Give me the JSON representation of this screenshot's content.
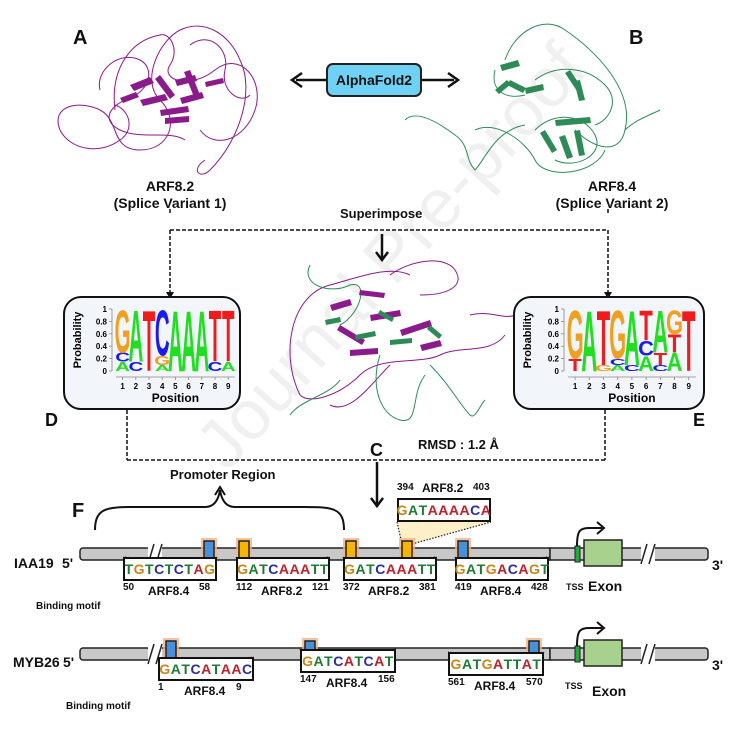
{
  "panels": {
    "A": {
      "letter": "A",
      "name": "ARF8.2",
      "subtitle": "(Splice Variant 1)",
      "color": "#8b1a8b"
    },
    "B": {
      "letter": "B",
      "name": "ARF8.4",
      "subtitle": "(Splice Variant 2)",
      "color": "#2e8b57"
    },
    "C": {
      "letter": "C",
      "superimpose_label": "Superimpose",
      "rmsd_label": "RMSD : 1.2 Å"
    },
    "D": {
      "letter": "D"
    },
    "E": {
      "letter": "E"
    },
    "F": {
      "letter": "F",
      "promoter_label": "Promoter Region"
    }
  },
  "alphafold": {
    "label": "AlphaFold2",
    "color": "#6fd1f3"
  },
  "logo_axes": {
    "ylabel": "Probability",
    "xlabel": "Position",
    "yticks": [
      "1",
      "0.8",
      "0.6",
      "0.4",
      "0.2",
      "0"
    ],
    "xticks": [
      "1",
      "2",
      "3",
      "4",
      "5",
      "6",
      "7",
      "8",
      "9"
    ]
  },
  "base_colors": {
    "A": "#22dd22",
    "C": "#1a1aee",
    "G": "#f0a020",
    "T": "#ee1c1c"
  },
  "chart_data": [
    {
      "type": "sequence-logo",
      "title": "ARF8.2 binding motif (D)",
      "xlabel": "Position",
      "ylabel": "Probability",
      "ylim": [
        0,
        1
      ],
      "positions": [
        [
          [
            "A",
            0.15
          ],
          [
            "C",
            0.15
          ],
          [
            "G",
            0.7
          ]
        ],
        [
          [
            "C",
            0.15
          ],
          [
            "A",
            0.85
          ]
        ],
        [
          [
            "T",
            1.0
          ]
        ],
        [
          [
            "A",
            0.1
          ],
          [
            "G",
            0.15
          ],
          [
            "C",
            0.75
          ]
        ],
        [
          [
            "A",
            1.0
          ]
        ],
        [
          [
            "A",
            1.0
          ]
        ],
        [
          [
            "A",
            1.0
          ]
        ],
        [
          [
            "C",
            0.15
          ],
          [
            "T",
            0.85
          ]
        ],
        [
          [
            "A",
            0.15
          ],
          [
            "T",
            0.85
          ]
        ]
      ]
    },
    {
      "type": "sequence-logo",
      "title": "ARF8.4 binding motif (E)",
      "xlabel": "Position",
      "ylabel": "Probability",
      "ylim": [
        0,
        1
      ],
      "positions": [
        [
          [
            "T",
            0.2
          ],
          [
            "G",
            0.8
          ]
        ],
        [
          [
            "A",
            1.0
          ]
        ],
        [
          [
            "G",
            0.1
          ],
          [
            "T",
            0.9
          ]
        ],
        [
          [
            "A",
            0.1
          ],
          [
            "C",
            0.1
          ],
          [
            "G",
            0.8
          ]
        ],
        [
          [
            "C",
            0.1
          ],
          [
            "A",
            0.9
          ]
        ],
        [
          [
            "A",
            0.25
          ],
          [
            "C",
            0.25
          ],
          [
            "T",
            0.5
          ]
        ],
        [
          [
            "C",
            0.1
          ],
          [
            "T",
            0.2
          ],
          [
            "A",
            0.7
          ]
        ],
        [
          [
            "A",
            0.3
          ],
          [
            "T",
            0.3
          ],
          [
            "G",
            0.4
          ]
        ],
        [
          [
            "T",
            1.0
          ]
        ]
      ]
    }
  ],
  "genes": [
    {
      "name": "IAA19",
      "five_prime": "5'",
      "three_prime": "3'",
      "tss_label": "TSS",
      "exon_label": "Exon",
      "binding_motif_label": "Binding motif",
      "sites": [
        {
          "seq": "TGTCTCTAG",
          "tf": "ARF8.4",
          "start": "50",
          "end": "58",
          "type": "ARF8.4"
        },
        {
          "seq": "GATCAAATT",
          "tf": "ARF8.2",
          "start": "112",
          "end": "121",
          "type": "ARF8.2"
        },
        {
          "seq": "GATCAAATT",
          "tf": "ARF8.2",
          "start": "372",
          "end": "381",
          "type": "ARF8.2"
        },
        {
          "seq": "GATAAAACA",
          "tf": "ARF8.2",
          "start": "394",
          "end": "403",
          "type": "ARF8.2"
        },
        {
          "seq": "GATGACAGT",
          "tf": "ARF8.4",
          "start": "419",
          "end": "428",
          "type": "ARF8.4"
        }
      ]
    },
    {
      "name": "MYB26",
      "five_prime": "5'",
      "three_prime": "3'",
      "tss_label": "TSS",
      "exon_label": "Exon",
      "binding_motif_label": "Binding motif",
      "sites": [
        {
          "seq": "GATCATAAC",
          "tf": "ARF8.4",
          "start": "1",
          "end": "9",
          "type": "ARF8.4"
        },
        {
          "seq": "GATCATCAT",
          "tf": "ARF8.4",
          "start": "147",
          "end": "156",
          "type": "ARF8.4"
        },
        {
          "seq": "GATGATTAT",
          "tf": "ARF8.4",
          "start": "561",
          "end": "570",
          "type": "ARF8.4"
        }
      ]
    }
  ],
  "motif_text_colors": {
    "A": "#1e7b33",
    "C": "#2d2d9a",
    "G": "#c8861a",
    "T": "#1e7b33"
  },
  "site_colors": {
    "ARF8.2": "#f7b500",
    "ARF8.4": "#4a90d9"
  },
  "watermark": "Journal Pre-proof"
}
